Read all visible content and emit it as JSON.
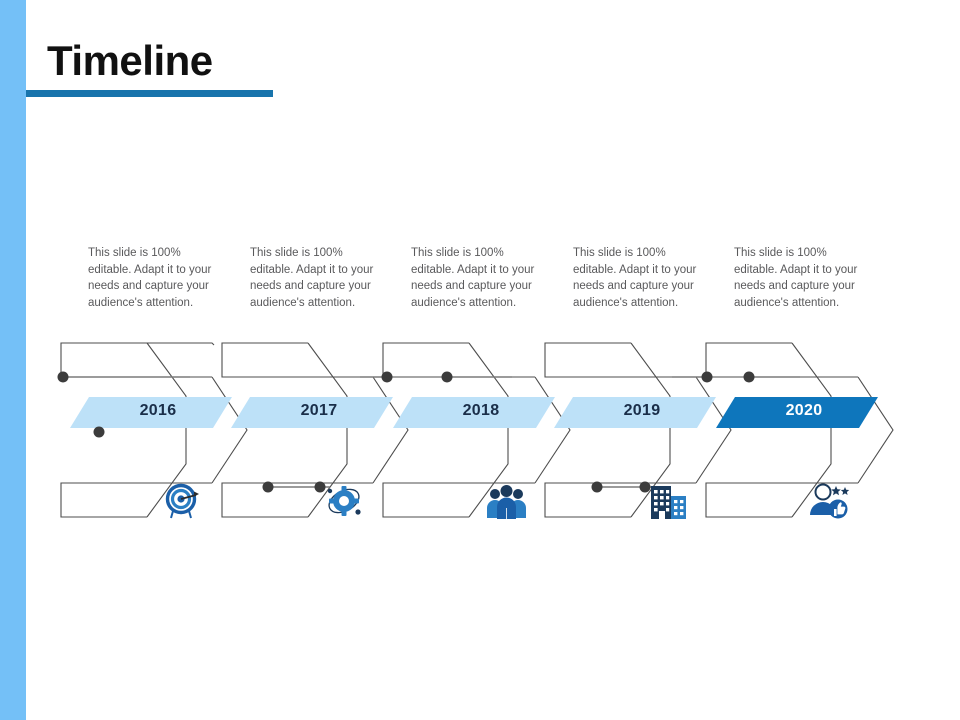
{
  "slide": {
    "title": "Timeline",
    "accent_color": "#1874AC",
    "left_bar_color": "#74C0F7",
    "band_color": "#BDE1F8",
    "band_highlight_color": "#0E76BC",
    "text_color": "#59595B",
    "year_color": "#1A2E49",
    "year_highlight_color": "#FFFFFF",
    "connector_color": "#7A7A7A",
    "outline_color": "#4D4D4D"
  },
  "milestones": [
    {
      "year": "2016",
      "description": "This slide is 100% editable. Adapt it to your needs and capture your audience's attention.",
      "icon": "target-icon",
      "highlighted": false
    },
    {
      "year": "2017",
      "description": "This slide is 100% editable. Adapt it to your needs and capture your audience's attention.",
      "icon": "gear-settings-icon",
      "highlighted": false
    },
    {
      "year": "2018",
      "description": "This slide is 100% editable. Adapt it to your needs and capture your audience's attention.",
      "icon": "team-people-icon",
      "highlighted": false
    },
    {
      "year": "2019",
      "description": "This slide is 100% editable. Adapt it to your needs and capture your audience's attention.",
      "icon": "office-building-icon",
      "highlighted": false
    },
    {
      "year": "2020",
      "description": "This slide is 100% editable. Adapt it to your needs and capture your audience's attention.",
      "icon": "customer-rating-icon",
      "highlighted": true
    }
  ]
}
